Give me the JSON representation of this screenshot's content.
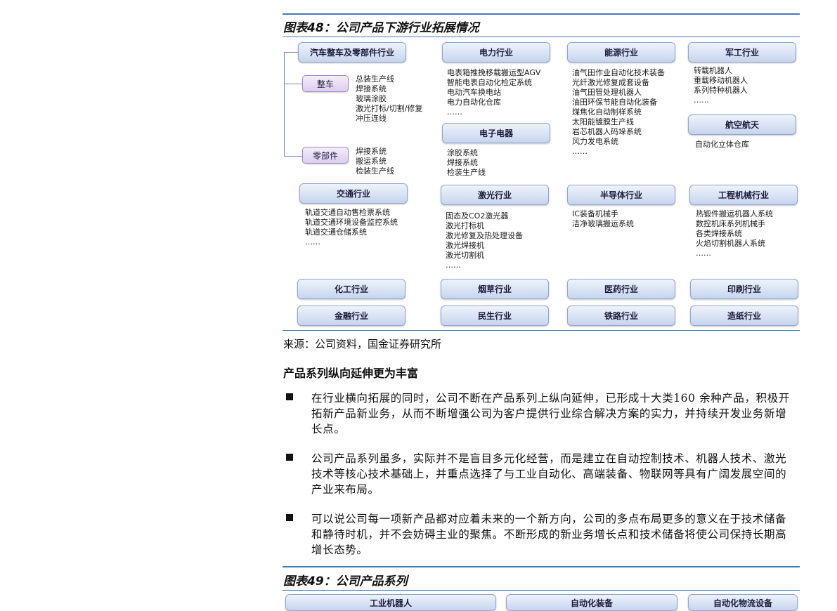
{
  "figure48": {
    "title": "图表48：公司产品下游行业拓展情况",
    "auto": {
      "label": "汽车整车及零部件行业",
      "zhengche": {
        "label": "整车",
        "items": "总装生产线\n焊接系统\n玻璃涂胶\n激光打标/切割/修复\n冲压连线"
      },
      "lingbujian": {
        "label": "零部件",
        "items": "焊接系统\n搬运系统\n检装生产线"
      }
    },
    "power": {
      "label": "电力行业",
      "items": "电表箱推挽移载搬运型AGV\n智能电表自动化检定系统\n电动汽车换电站\n电力自动化仓库\n……"
    },
    "electronics": {
      "label": "电子电器",
      "items": "涂胶系统\n焊接系统\n检装生产线"
    },
    "energy": {
      "label": "能源行业",
      "items": "油气田作业自动化技术装备\n光纤激光修复成套设备\n油气田管处理机器人\n油田环保节能自动化装备\n煤焦化自动制样系统\n太阳能镀膜生产线\n岩芯机器人码垛系统\n风力发电系统\n……"
    },
    "military": {
      "label": "军工行业",
      "items": "转载机器人\n重载移动机器人\n系列特种机器人\n……"
    },
    "aerospace": {
      "label": "航空航天",
      "items": "自动化立体仓库"
    },
    "transport": {
      "label": "交通行业",
      "items": "轨道交通自动售检票系统\n轨道交通环境设备监控系统\n轨道交通仓储系统\n……"
    },
    "laser": {
      "label": "激光行业",
      "items": "固态及CO2激光器\n激光打标机\n激光修复及热处理设备\n激光焊接机\n激光切割机\n……"
    },
    "semiconductor": {
      "label": "半导体行业",
      "items": "IC装备机械手\n洁净玻璃搬运系统"
    },
    "engineering": {
      "label": "工程机械行业",
      "items": "热锻件搬运机器人系统\n数控机床系列机械手\n各类焊接系统\n火焰切割机器人系统\n……"
    },
    "row_a": [
      "化工行业",
      "烟草行业",
      "医药行业",
      "印刷行业"
    ],
    "row_b": [
      "金融行业",
      "民生行业",
      "铁路行业",
      "造纸行业"
    ]
  },
  "source": "来源：公司资料，国金证券研究所",
  "section_heading": "产品系列纵向延伸更为丰富",
  "bullets": [
    "在行业横向拓展的同时，公司不断在产品系列上纵向延伸，已形成十大类160 余种产品，积极开拓新产品新业务，从而不断增强公司为客户提供行业综合解决方案的实力，并持续开发业务新增长点。",
    "公司产品系列虽多，实际并不是盲目多元化经营，而是建立在自动控制技术、机器人技术、激光技术等核心技术基础上，并重点选择了与工业自动化、高端装备、物联网等具有广阔发展空间的产业来布局。",
    "可以说公司每一项新产品都对应着未来的一个新方向，公司的多点布局更多的意义在于技术储备和静待时机，并不会妨碍主业的聚焦。不断形成的新业务增长点和技术储备将使公司保持长期高增长态势。"
  ],
  "figure49": {
    "title": "图表49：公司产品系列",
    "partial_labels": [
      "工业机器人",
      "自动化装备",
      "自动化物流设备"
    ]
  }
}
